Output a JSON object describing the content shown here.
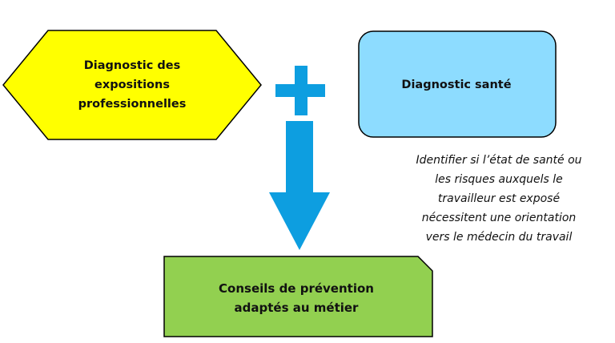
{
  "colors": {
    "hexagon_fill": "#ffff00",
    "health_fill": "#8ddcff",
    "advice_fill": "#92d050",
    "accent_blue": "#0d9ee0",
    "stroke": "#000000"
  },
  "diagram": {
    "exposure_box": {
      "lines": [
        "Diagnostic des",
        "expositions",
        "professionnelles"
      ]
    },
    "health_box": {
      "label": "Diagnostic santé"
    },
    "note": {
      "lines": [
        "Identifier si l’état de santé ou",
        "les risques auxquels le",
        "travailleur est exposé",
        "nécessitent une orientation",
        "vers le médecin du travail"
      ]
    },
    "advice_box": {
      "lines": [
        "Conseils de prévention",
        "adaptés au métier"
      ]
    },
    "connectors": {
      "plus_icon": "plus-icon",
      "arrow_icon": "arrow-down-icon"
    }
  }
}
